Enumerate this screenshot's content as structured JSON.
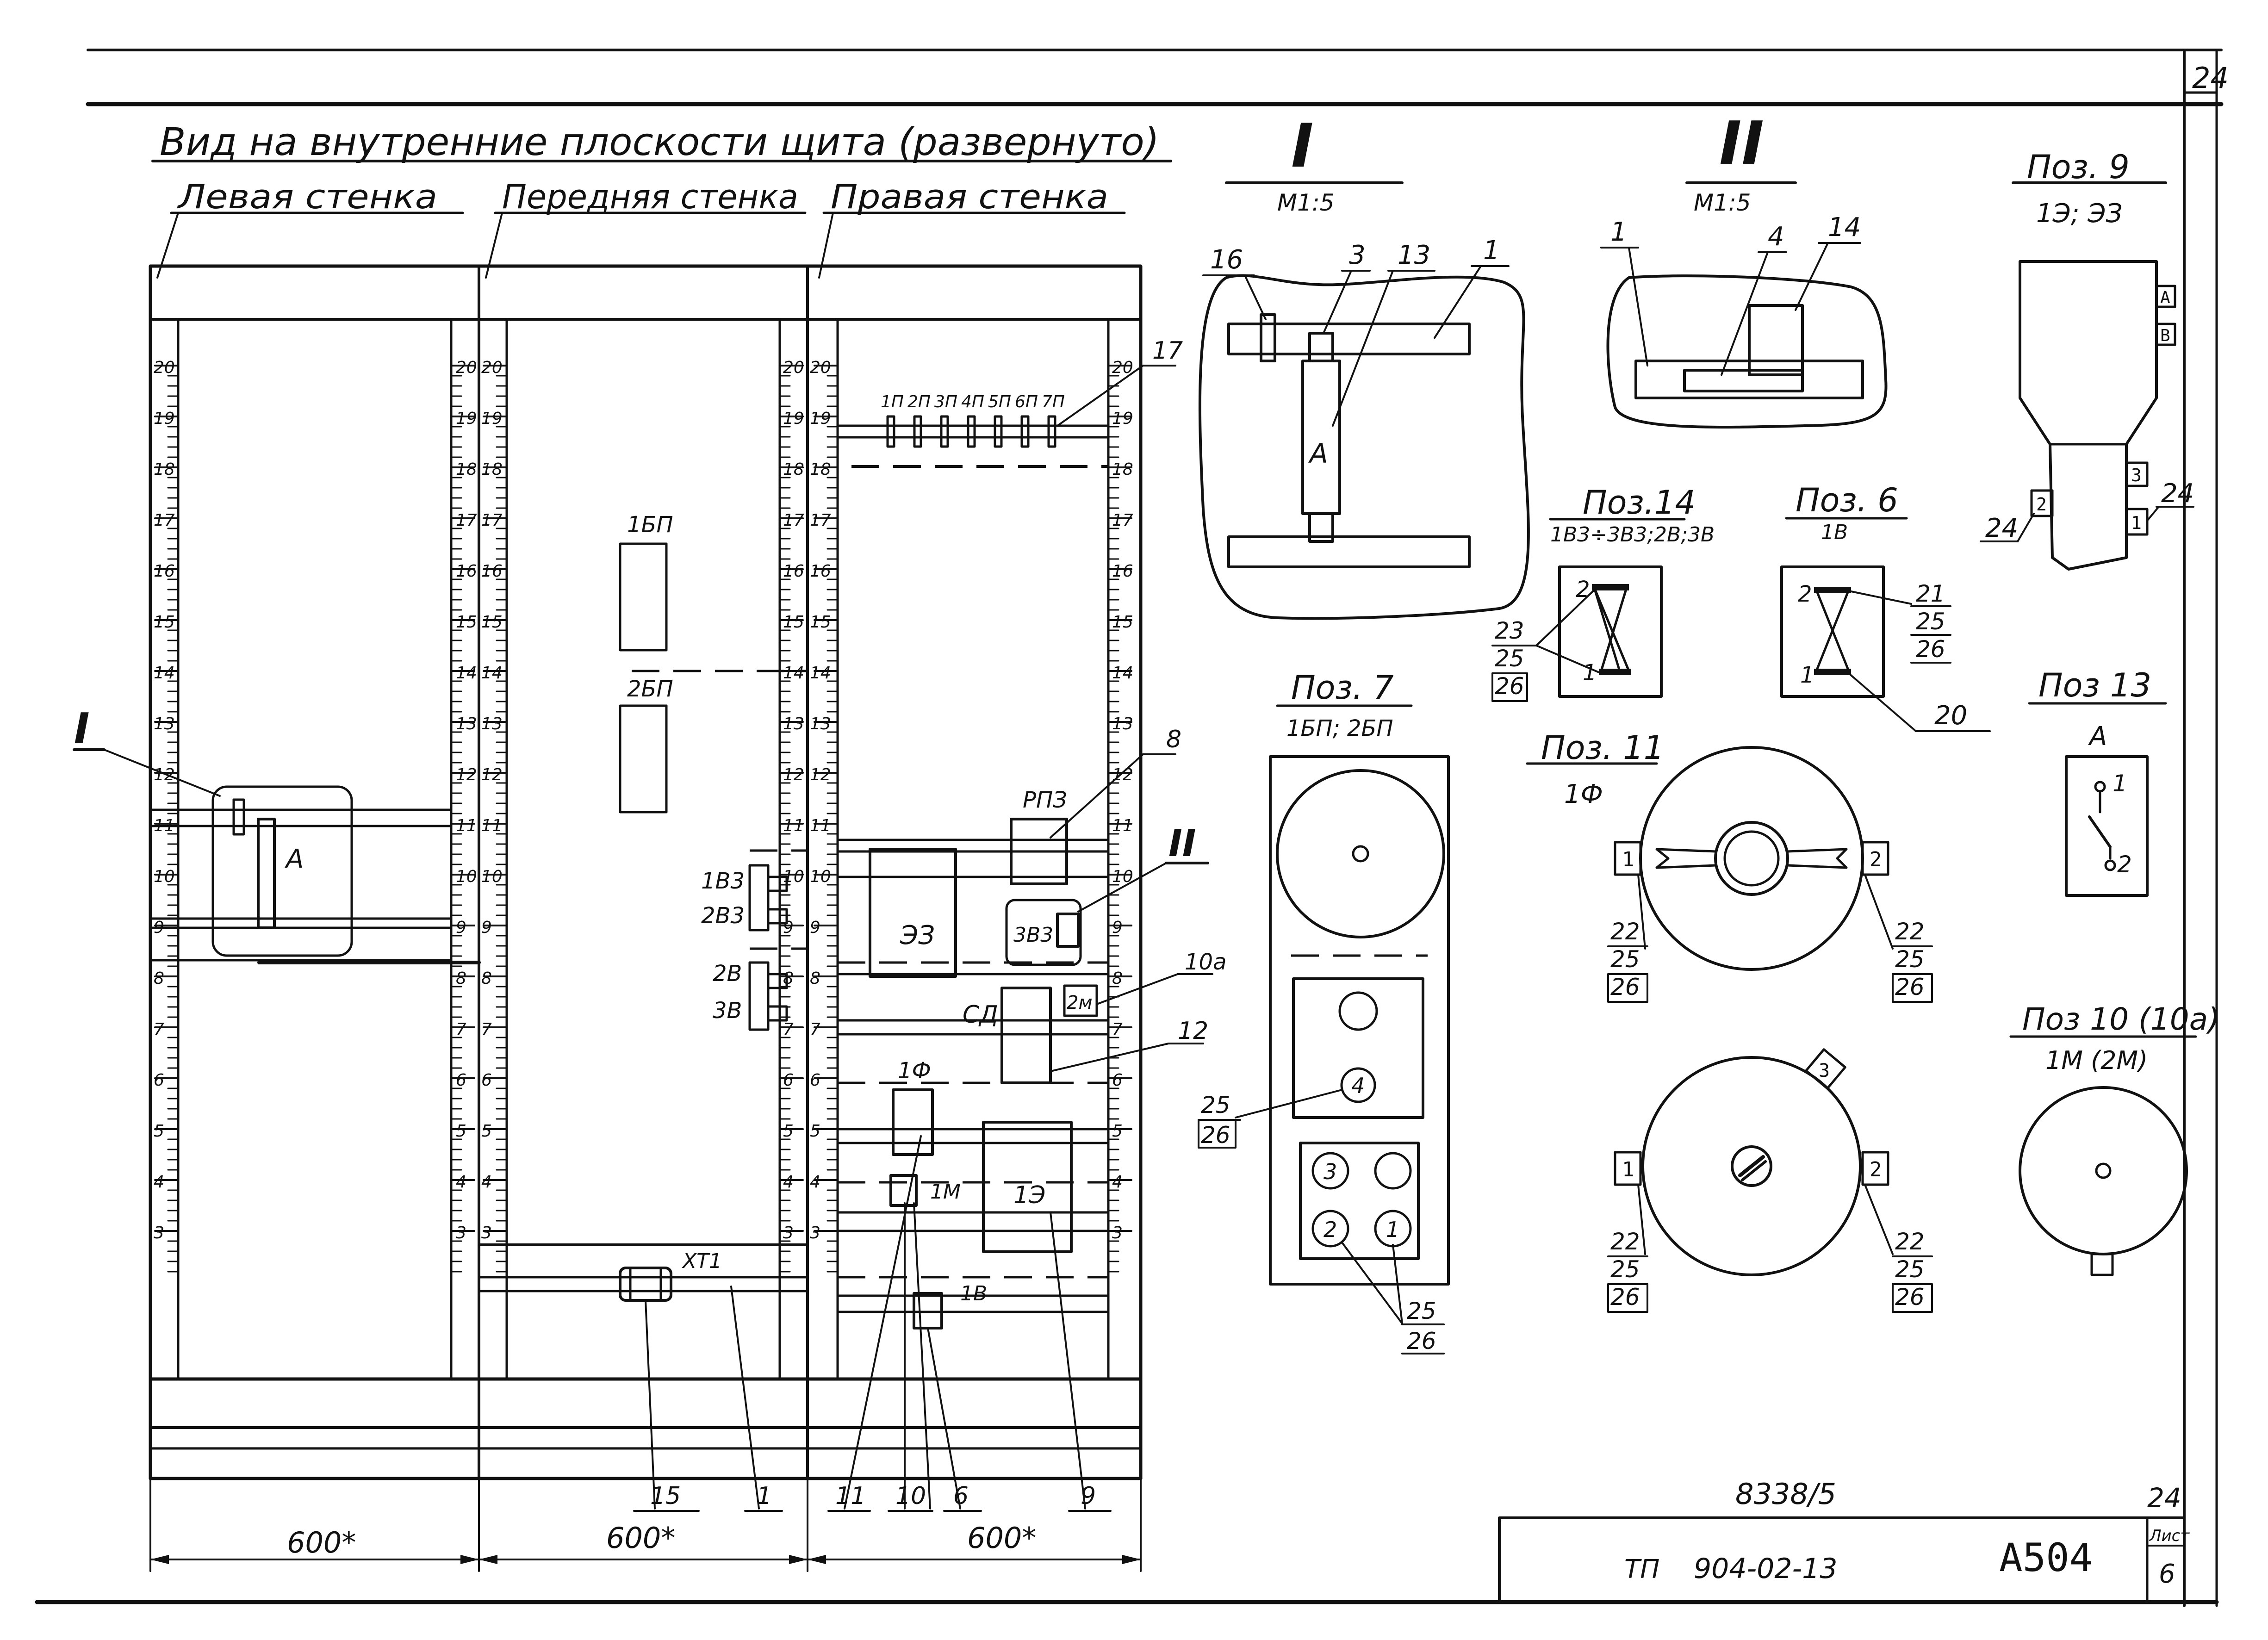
{
  "page": {
    "corner_number": "24"
  },
  "title": "Вид на внутренние плоскости щита (развернуто)",
  "walls": {
    "left": "Левая стенка",
    "front": "Передняя стенка",
    "right": "Правая стенка"
  },
  "ruler_numbers": [
    "20",
    "19",
    "18",
    "17",
    "16",
    "15",
    "14",
    "13",
    "12",
    "11",
    "10",
    "9",
    "8",
    "7",
    "6",
    "5",
    "4",
    "3"
  ],
  "dimensions": {
    "left": "600*",
    "front": "600*",
    "right": "600*"
  },
  "section_marks": {
    "one": "I",
    "two": "II"
  },
  "front_labels": {
    "bp1": "1БП",
    "bp2": "2БП",
    "v1b3": "1В3",
    "v2b3": "2В3",
    "v2b": "2В",
    "v3b": "3В",
    "xt1": "XT1"
  },
  "right_labels": {
    "fuses": [
      "1П",
      "2П",
      "3П",
      "4П",
      "5П",
      "6П",
      "7П"
    ],
    "rpz": "РПЗ",
    "ez": "ЭЗ",
    "zvz": "3В3",
    "sd": "СД",
    "m2": "2м",
    "f1": "1Ф",
    "m1": "1М",
    "e1": "1Э",
    "b1": "1В"
  },
  "left_labels": {
    "a": "А"
  },
  "callouts": {
    "c8": "8",
    "c17": "17",
    "c2": "II",
    "c10a": "10а",
    "c12": "12",
    "c15": "15",
    "c1": "1",
    "c11": "11",
    "c10": "10",
    "c6": "6",
    "c9": "9"
  },
  "detail_I": {
    "title": "I",
    "scale": "М1:5",
    "labels": [
      "16",
      "3",
      "13",
      "1"
    ],
    "a": "А"
  },
  "detail_II": {
    "title": "II",
    "scale": "М1:5",
    "labels": [
      "1",
      "4",
      "14"
    ]
  },
  "pos9": {
    "title": "Поз. 9",
    "sub": "1Э; ЭЗ",
    "terms": [
      "А",
      "В",
      "3",
      "2",
      "1"
    ],
    "callouts": [
      "24",
      "24"
    ]
  },
  "pos14": {
    "title": "Поз.14",
    "sub": "1В3÷3В3;2В;3В",
    "pins": [
      "2",
      "1"
    ],
    "stack": [
      "23",
      "25",
      "26"
    ]
  },
  "pos6": {
    "title": "Поз. 6",
    "sub": "1В",
    "pins": [
      "2",
      "1"
    ],
    "stack": [
      "21",
      "25",
      "26"
    ],
    "bottom": "20"
  },
  "pos13": {
    "title": "Поз 13",
    "sub": "А",
    "pins": [
      "1",
      "2"
    ]
  },
  "pos7": {
    "title": "Поз. 7",
    "sub": "1БП; 2БП",
    "term4": "4",
    "stack_left": [
      "25",
      "26"
    ],
    "terms": [
      "3",
      "2",
      "1"
    ],
    "stack_bottom": [
      "25",
      "26"
    ]
  },
  "pos11": {
    "title": "Поз. 11",
    "sub": "1Ф",
    "left_term": "1",
    "right_term": "2",
    "stack": [
      "22",
      "25",
      "26"
    ],
    "lower_left_term": "1",
    "lower_right_term": "2",
    "lower_top_term": "3"
  },
  "pos10": {
    "title": "Поз 10 (10а)",
    "sub": "1М (2М)"
  },
  "doc": "8338/5",
  "stamp": {
    "code_prefix": "ТП",
    "code": "904-02-13",
    "format": "А504",
    "sheet_label": "Лист",
    "sheet": "6",
    "sheet_number": "24"
  }
}
